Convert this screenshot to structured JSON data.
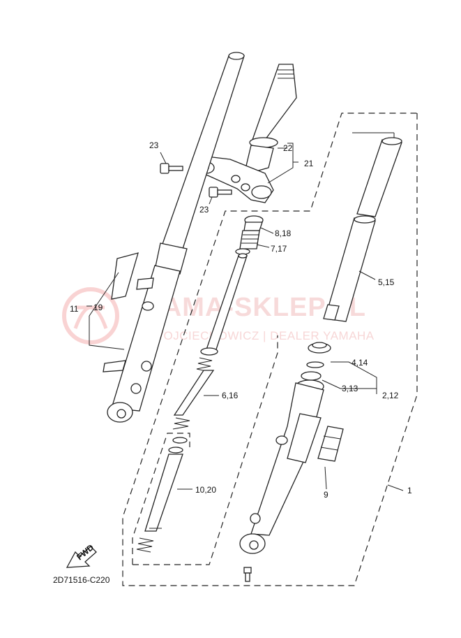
{
  "watermark": {
    "main": "YAMA-SKLEP.PL",
    "sub": "WOJCIECHOWICZ | DEALER YAMAHA"
  },
  "diagram_code": "2D71516-C220",
  "fwd_label": "FWD",
  "callouts": {
    "c1": "1",
    "c2_12": "2,12",
    "c3_13": "3,13",
    "c4_14": "4,14",
    "c5_15": "5,15",
    "c6_16": "6,16",
    "c7_17": "7,17",
    "c8_18": "8,18",
    "c9": "9",
    "c10_20": "10,20",
    "c11": "11",
    "c19": "19",
    "c21": "21",
    "c22": "22",
    "c23_top": "23",
    "c23_bottom": "23"
  },
  "colors": {
    "line": "#222222",
    "watermark": "#f2bcbc"
  }
}
